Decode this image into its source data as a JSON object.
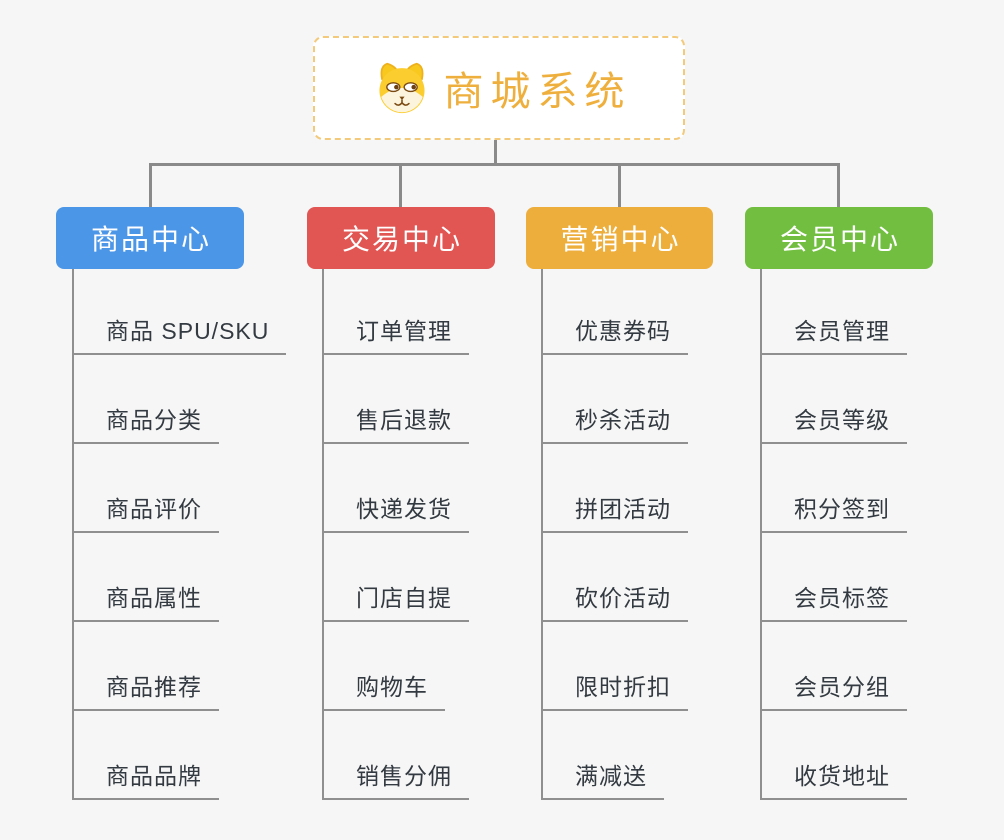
{
  "root": {
    "title": "商城系统",
    "icon": "dog-face-icon"
  },
  "branches": [
    {
      "label": "商品中心",
      "color": "#4c96e8",
      "items": [
        "商品 SPU/SKU",
        "商品分类",
        "商品评价",
        "商品属性",
        "商品推荐",
        "商品品牌"
      ]
    },
    {
      "label": "交易中心",
      "color": "#e15553",
      "items": [
        "订单管理",
        "售后退款",
        "快递发货",
        "门店自提",
        "购物车",
        "销售分佣"
      ]
    },
    {
      "label": "营销中心",
      "color": "#edae3c",
      "items": [
        "优惠券码",
        "秒杀活动",
        "拼团活动",
        "砍价活动",
        "限时折扣",
        "满减送"
      ]
    },
    {
      "label": "会员中心",
      "color": "#72be41",
      "items": [
        "会员管理",
        "会员等级",
        "积分签到",
        "会员标签",
        "会员分组",
        "收货地址"
      ]
    }
  ],
  "colors": {
    "background": "#f6f6f6",
    "connector": "#8a8a8a",
    "underline": "#8f8f8f",
    "item_text": "#333a41",
    "root_text": "#efaf3d",
    "root_border": "#f3ca7b"
  }
}
